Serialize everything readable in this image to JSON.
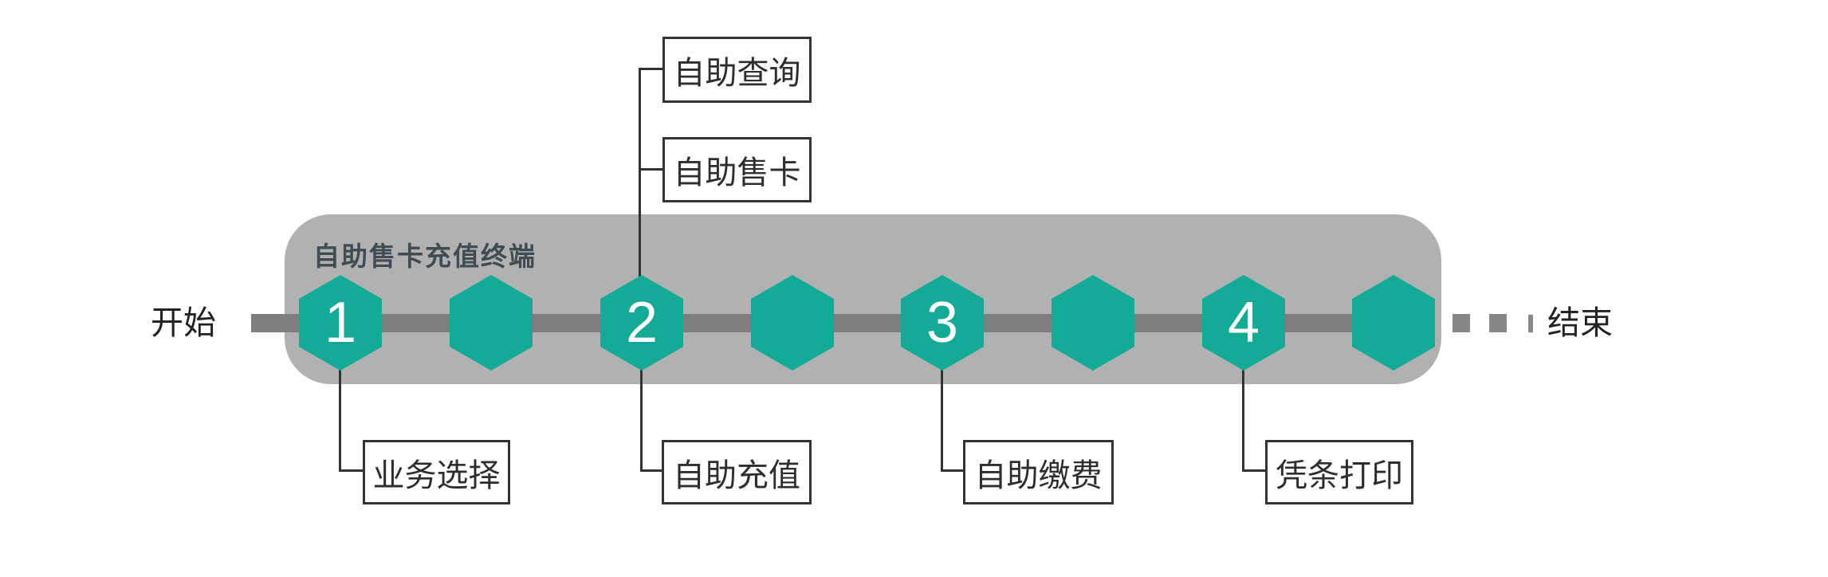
{
  "flow": {
    "start_label": "开始",
    "end_label": "结束",
    "container_title": "自助售卡充值终端",
    "steps": [
      {
        "number": "1",
        "label_below": "业务选择"
      },
      {
        "number": ""
      },
      {
        "number": "2",
        "label_below": "自助充值",
        "labels_above": [
          "自助查询",
          "自助售卡"
        ]
      },
      {
        "number": ""
      },
      {
        "number": "3",
        "label_below": "自助缴费"
      },
      {
        "number": ""
      },
      {
        "number": "4",
        "label_below": "凭条打印"
      },
      {
        "number": ""
      }
    ],
    "colors": {
      "hexagon": "#13AB96",
      "container": "#B1B1B1",
      "timeline_bar": "#7E7E7E",
      "dash": "#878787",
      "connector": "#333333",
      "title_text": "#3F4D53",
      "label_text": "#2E2E2E"
    }
  }
}
